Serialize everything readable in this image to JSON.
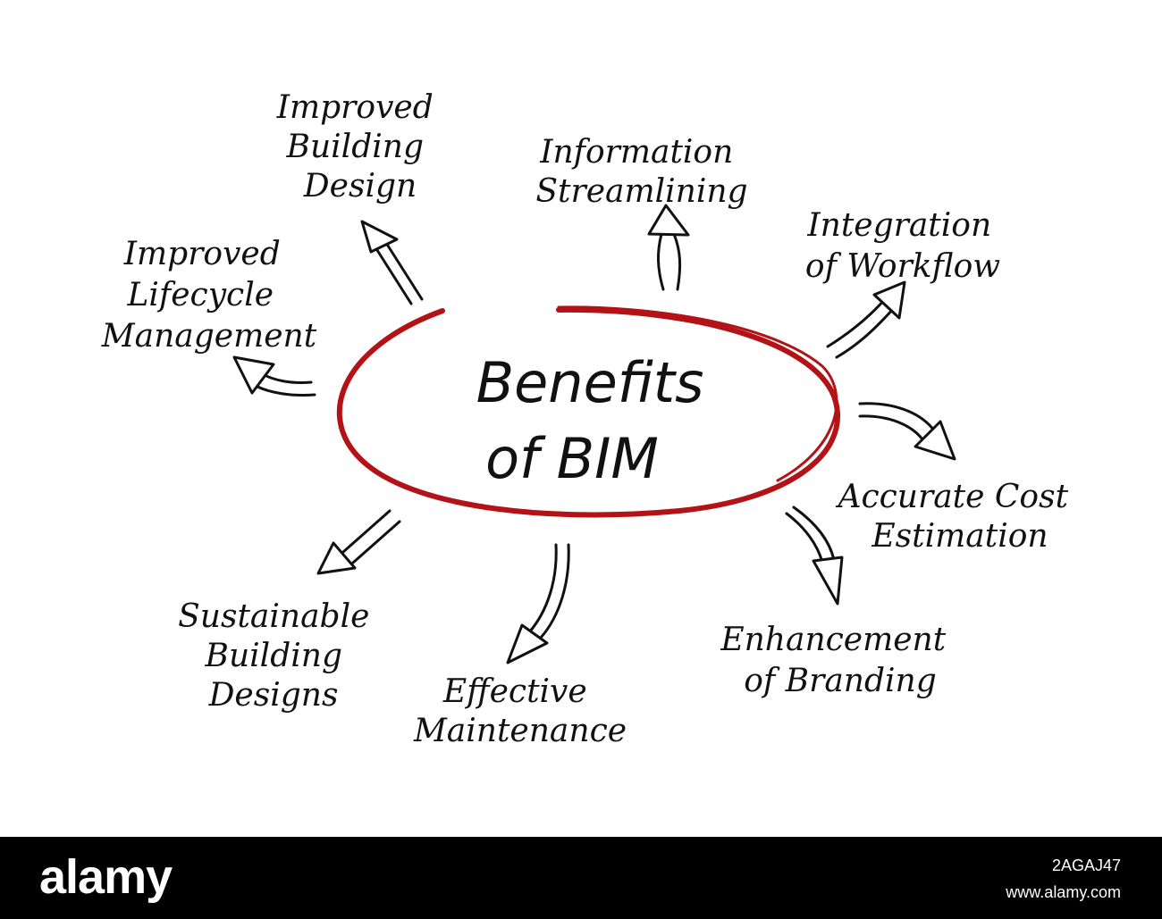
{
  "colors": {
    "ink": "#111111",
    "ellipse": "#b31217",
    "background": "#ffffff",
    "footer": "#000000"
  },
  "center": {
    "line1": "Benefits",
    "line2": "of BIM"
  },
  "benefits": [
    {
      "lines": [
        "Improved",
        "Building",
        "Design"
      ]
    },
    {
      "lines": [
        "Information",
        "Streamlining"
      ]
    },
    {
      "lines": [
        "Integration",
        "of Workflow"
      ]
    },
    {
      "lines": [
        "Accurate Cost",
        "Estimation"
      ]
    },
    {
      "lines": [
        "Enhancement",
        "of Branding"
      ]
    },
    {
      "lines": [
        "Effective",
        "Maintenance"
      ]
    },
    {
      "lines": [
        "Sustainable",
        "Building",
        "Designs"
      ]
    },
    {
      "lines": [
        "Improved",
        "Lifecycle",
        "Management"
      ]
    }
  ],
  "footer": {
    "brand": "alamy",
    "image_id": "2AGAJ47",
    "site": "www.alamy.com"
  }
}
